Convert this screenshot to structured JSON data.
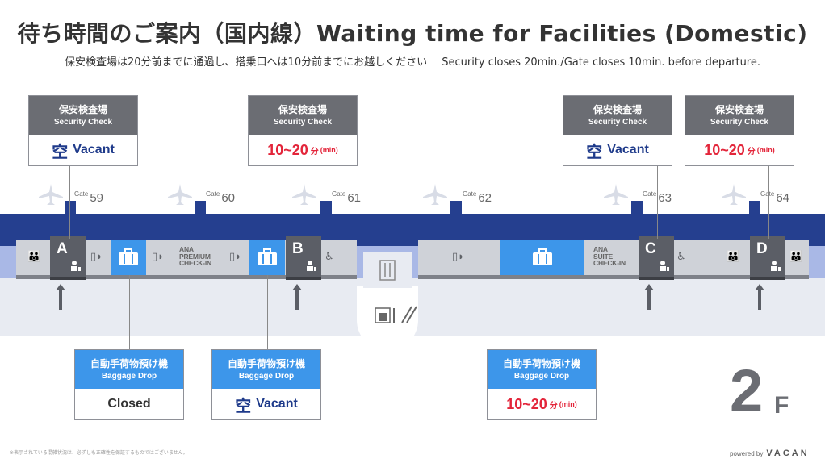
{
  "header": {
    "title": "待ち時間のご案内（国内線）Waiting time for Facilities (Domestic)",
    "subtitle_jp": "保安検査場は20分前までに通過し、搭乗口へは10分前までにお越しください",
    "subtitle_en": "Security closes 20min./Gate closes 10min. before departure."
  },
  "gates": [
    {
      "prefix": "Gate",
      "number": "59"
    },
    {
      "prefix": "Gate",
      "number": "60"
    },
    {
      "prefix": "Gate",
      "number": "61"
    },
    {
      "prefix": "Gate",
      "number": "62"
    },
    {
      "prefix": "Gate",
      "number": "63"
    },
    {
      "prefix": "Gate",
      "number": "64"
    }
  ],
  "checkpoints": [
    "A",
    "B",
    "C",
    "D"
  ],
  "map_labels": {
    "premium": [
      "ANA",
      "PREMIUM",
      "CHECK-IN"
    ],
    "suite": [
      "ANA",
      "SUITE",
      "CHECK-IN"
    ]
  },
  "security_cards": [
    {
      "title_jp": "保安検査場",
      "title_en": "Security Check",
      "status": "vacant",
      "kanji": "空",
      "text": "Vacant"
    },
    {
      "title_jp": "保安検査場",
      "title_en": "Security Check",
      "status": "wait",
      "text": "10~20",
      "unit_jp": "分",
      "unit_en": "(min)"
    },
    {
      "title_jp": "保安検査場",
      "title_en": "Security Check",
      "status": "vacant",
      "kanji": "空",
      "text": "Vacant"
    },
    {
      "title_jp": "保安検査場",
      "title_en": "Security Check",
      "status": "wait",
      "text": "10~20",
      "unit_jp": "分",
      "unit_en": "(min)"
    }
  ],
  "baggage_cards": [
    {
      "title_jp": "自動手荷物預け機",
      "title_en": "Baggage Drop",
      "status": "closed",
      "text": "Closed"
    },
    {
      "title_jp": "自動手荷物預け機",
      "title_en": "Baggage Drop",
      "status": "vacant",
      "kanji": "空",
      "text": "Vacant"
    },
    {
      "title_jp": "自動手荷物預け機",
      "title_en": "Baggage Drop",
      "status": "wait",
      "text": "10~20",
      "unit_jp": "分",
      "unit_en": "(min)"
    }
  ],
  "floor": {
    "number": "2",
    "suffix": "F"
  },
  "footer": {
    "disclaimer": "※表示されている混雑状況は、必ずしも正確性を保証するものではございません。",
    "powered_by": "powered by",
    "brand": "VACAN"
  },
  "colors": {
    "band": "#253f8f",
    "baggage": "#3d96ea",
    "card_head": "#6b6d73",
    "vacant": "#1e3a8a",
    "wait": "#e3253a"
  }
}
